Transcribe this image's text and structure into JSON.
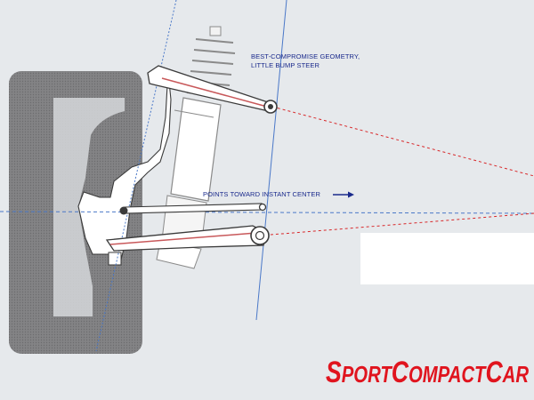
{
  "labels": {
    "geometry_line1": "BEST-COMPROMISE GEOMETRY,",
    "geometry_line2": "LITTLE BUMP STEER",
    "instant_center": "POINTS TOWARD INSTANT CENTER"
  },
  "logo": {
    "big_s": "S",
    "port": "PORT",
    "big_c1": "C",
    "ompact": "OMPACT",
    "big_c2": "C",
    "ar": "AR"
  },
  "colors": {
    "background": "#e6e9ec",
    "tire": "#838385",
    "arm_fill": "#ffffff",
    "arm_stroke": "#3a3a3a",
    "arm_shade": "#c8585a",
    "guide_blue": "#4a78c8",
    "instant_center_line": "#d8282a",
    "label_blue": "#1a2a8c",
    "logo_red": "#e0141e"
  },
  "icons": {
    "arrow": "arrow-right-icon"
  }
}
